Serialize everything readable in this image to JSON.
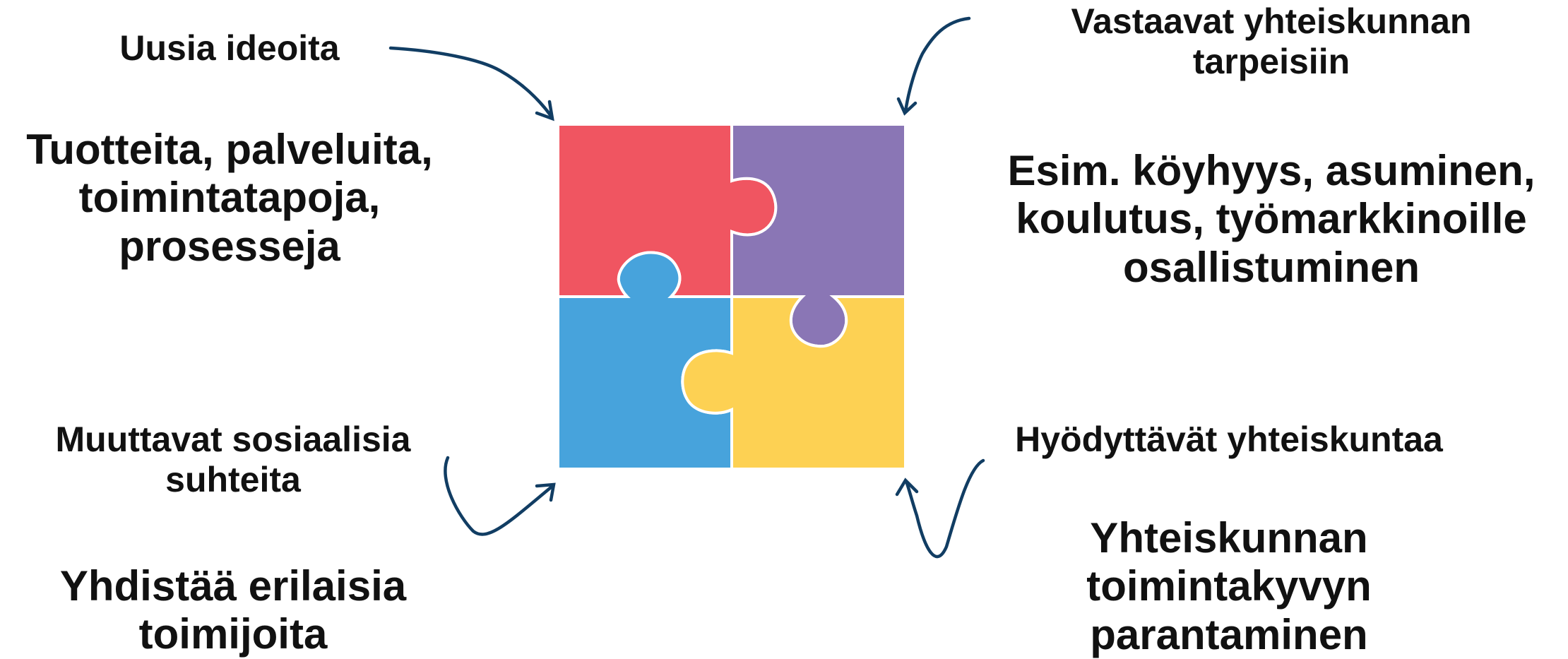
{
  "top_left": {
    "heading": [
      "Uusia ideoita"
    ],
    "body": [
      "Tuotteita, palveluita,",
      "toimintatapoja,",
      "prosesseja"
    ]
  },
  "top_right": {
    "heading": [
      "Vastaavat yhteiskunnan",
      "tarpeisiin"
    ],
    "body": [
      "Esim. köyhyys, asuminen,",
      "koulutus, työmarkkinoille",
      "osallistuminen"
    ]
  },
  "bottom_left": {
    "heading": [
      "Muuttavat sosiaalisia",
      "suhteita"
    ],
    "body": [
      "Yhdistää erilaisia",
      "toimijoita"
    ]
  },
  "bottom_right": {
    "heading": [
      "Hyödyttävät yhteiskuntaa"
    ],
    "body": [
      "Yhteiskunnan",
      "toimintakyvyn",
      "parantaminen"
    ]
  },
  "colors": {
    "red": "#f05561",
    "purple": "#8a76b5",
    "blue": "#47a3dc",
    "yellow": "#fdd153",
    "arrow": "#113d63"
  }
}
